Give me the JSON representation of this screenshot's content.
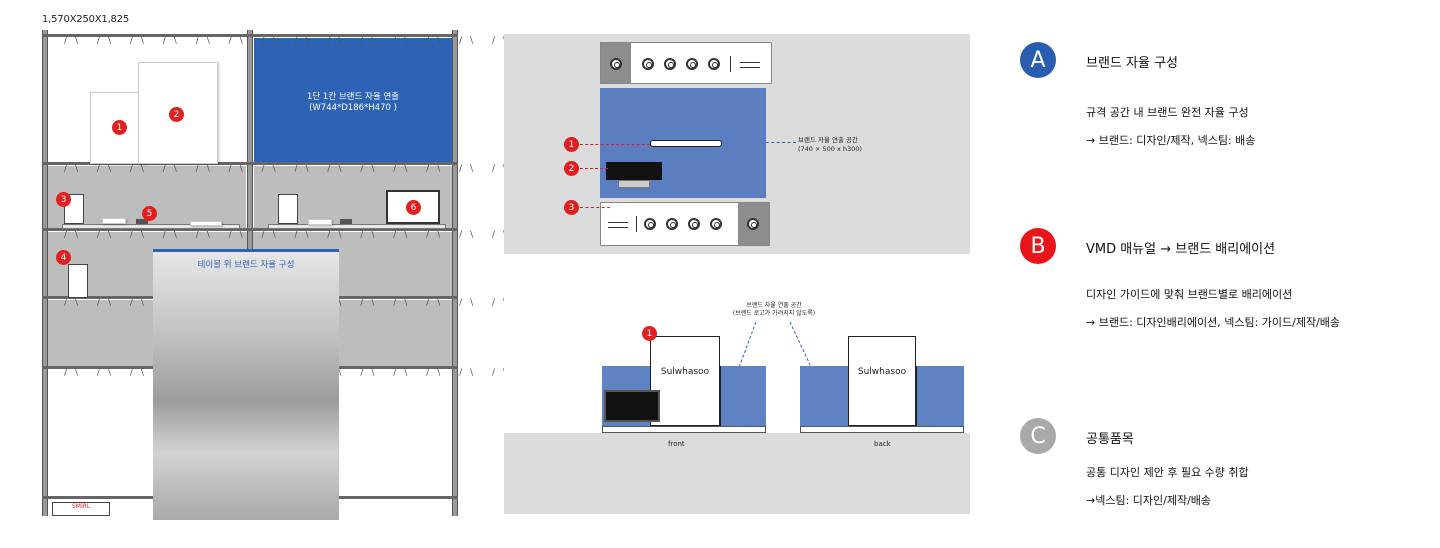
{
  "dimension_label": "1,570X250X1,825",
  "shelf": {
    "top_right_panel_line1": "1단 1칸 브랜드 자율 연출",
    "top_right_panel_line2": "(W744*D186*H470 )",
    "mirror_label": "테이블 위 브랜드 자율 구성",
    "footer_logo": "SMiRL",
    "markers": [
      "1",
      "2",
      "3",
      "4",
      "5",
      "6"
    ]
  },
  "diagram_top": {
    "markers": [
      "1",
      "2",
      "3"
    ],
    "callout_line1": "브랜드 자율 연출 공간",
    "callout_line2": "(740 × 500 x h300)"
  },
  "diagram_bottom": {
    "marker": "1",
    "callout_line1": "브랜드 자율 연출 공간",
    "callout_line2": "(브랜드 로고가 가려지지 않도록)",
    "logo_front": "Sulwhasoo",
    "logo_back": "Sulwhasoo",
    "label_front": "front",
    "label_back": "back"
  },
  "legend": [
    {
      "letter": "A",
      "color": "#2a5db0",
      "title": "브랜드 자율 구성",
      "line1": "규격 공간 내 브랜드 완전 자율 구성",
      "line2": "→ 브랜드: 디자인/제작, 넥스팀: 배송"
    },
    {
      "letter": "B",
      "color": "#e8161b",
      "title": "VMD 매뉴얼 → 브랜드 배리에이션",
      "line1": "디자인 가이드에 맞춰 브랜드별로 배리에이션",
      "line2": "→  브랜드: 디자인배리에이션, 넥스팀: 가이드/제작/배송"
    },
    {
      "letter": "C",
      "color": "#a9a9a9",
      "title": "공통품목",
      "line1": "공통 디자인 제안 후 필요 수량 취합",
      "line2": "→넥스팀: 디자인/제작/배송"
    }
  ]
}
